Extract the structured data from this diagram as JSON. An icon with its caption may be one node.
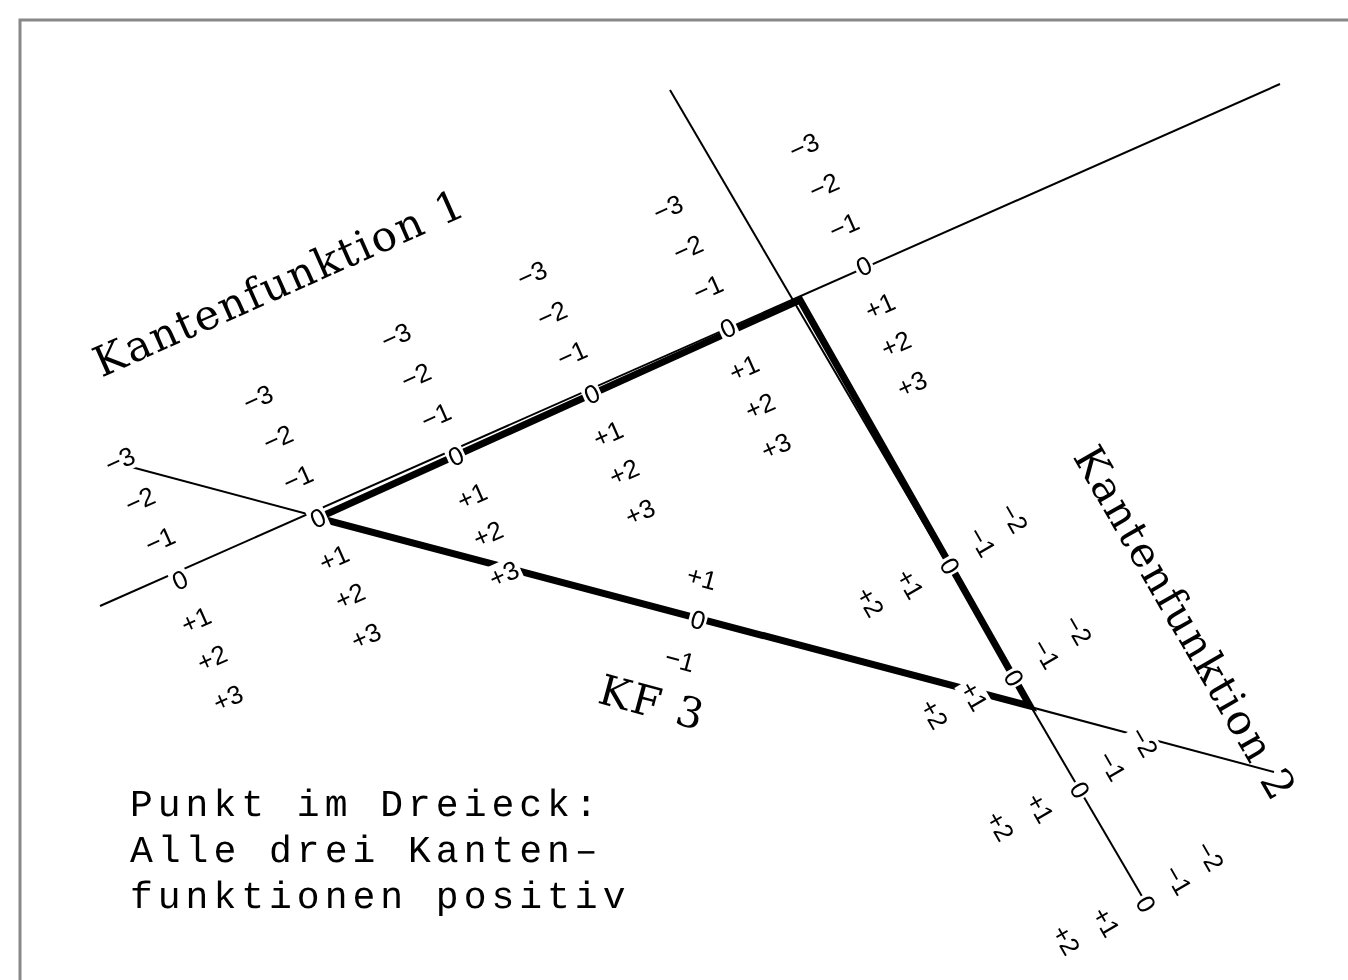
{
  "diagram": {
    "labels": [
      "Kantenfunktion 1",
      "−3",
      "−2",
      "−1",
      "0",
      "+1",
      "+2",
      "+3",
      "−3",
      "−2",
      "−1",
      "0",
      "+1",
      "+2",
      "+3",
      "−3",
      "−2",
      "−1",
      "0",
      "+1",
      "+2",
      "+3",
      "−3",
      "−2",
      "−1",
      "0",
      "+1",
      "+2",
      "+3",
      "−3",
      "−2",
      "−1",
      "0",
      "+1",
      "+2",
      "+3",
      "−3",
      "−2",
      "−1",
      "0",
      "+1",
      "+2",
      "+3",
      "Kantenfunktion 2",
      "−2",
      "−1",
      "0",
      "+1",
      "+2",
      "−2",
      "−1",
      "0",
      "+1",
      "+2",
      "−2",
      "−1",
      "0",
      "+1",
      "+2",
      "−2",
      "−1",
      "0",
      "+1",
      "+2",
      "+1",
      "0",
      "−1",
      "KF 3",
      "Punkt im Dreieck: Alle drei Kanten– funktionen positiv"
    ]
  }
}
